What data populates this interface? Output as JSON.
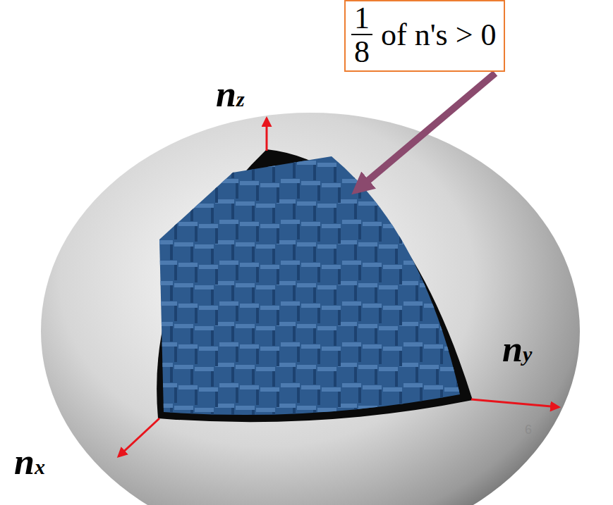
{
  "diagram": {
    "nodes": [
      {
        "text": [
          "1",
          "8",
          "of n's > 0"
        ]
      }
    ],
    "labels": [
      "nz",
      "ny",
      "nx",
      "6"
    ]
  }
}
